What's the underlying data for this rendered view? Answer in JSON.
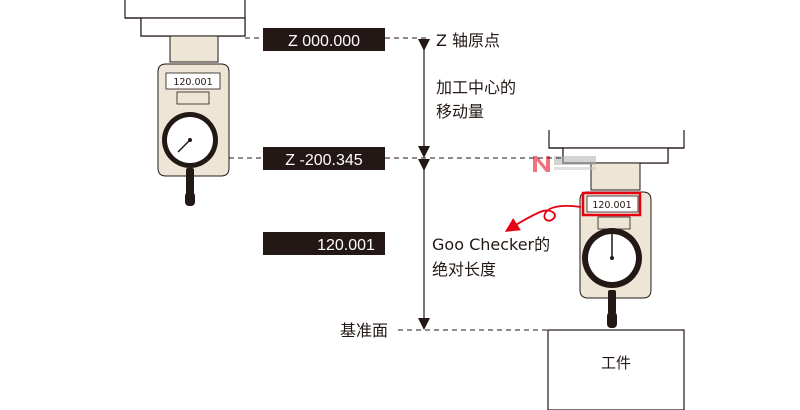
{
  "readouts": {
    "z_origin": "Z 000.000",
    "z_moved": "Z -200.345",
    "tool_length": "120.001"
  },
  "labels": {
    "z_axis_origin": "Z 轴原点",
    "machining_center_move_line1": "加工中心的",
    "machining_center_move_line2": "移动量",
    "goo_checker_line1": "Goo Checker的",
    "goo_checker_line2": "绝对长度",
    "reference_plane": "基准面",
    "workpiece": "工件"
  },
  "devices": {
    "left_display": "120.001",
    "right_display": "120.001"
  },
  "colors": {
    "readout_bg": "#231815",
    "readout_text": "#ffffff",
    "device_body": "#ede6d6",
    "highlight": "#e60012",
    "line": "#231815"
  },
  "icons": {
    "arrow": "double-headed-arrow",
    "pointer": "red-curved-arrow",
    "watermark": "logo-watermark"
  }
}
